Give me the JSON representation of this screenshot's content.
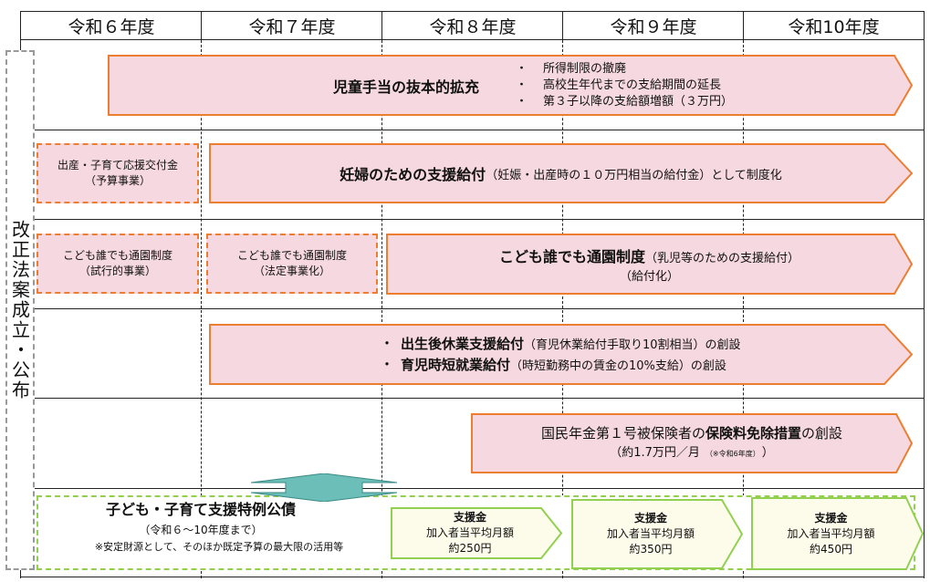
{
  "years": [
    "令和６年度",
    "令和７年度",
    "令和８年度",
    "令和９年度",
    "令和10年度"
  ],
  "side_label": "改正法案成立・公布",
  "row1": {
    "title": "児童手当の抜本的拡充",
    "bullets": [
      "所得制限の撤廃",
      "高校生年代までの支給期間の延長",
      "第３子以降の支給額増額（３万円）"
    ],
    "bullet": "・"
  },
  "row2": {
    "pre_line1": "出産・子育て応援交付金",
    "pre_line2": "（予算事業）",
    "title": "妊婦のための支援給付",
    "detail": "（妊娠・出産時の１０万円相当の給付金）として制度化"
  },
  "row3": {
    "trial_line1": "こども誰でも通園制度",
    "trial_line2": "（試行的事業）",
    "legal_line1": "こども誰でも通園制度",
    "legal_line2": "（法定事業化）",
    "title": "こども誰でも通園制度",
    "detail": "（乳児等のための支援給付）",
    "line2": "（給付化）"
  },
  "row4": {
    "bullet": "・",
    "item1_title": "出生後休業支援給付",
    "item1_detail": "（育児休業給付手取り10割相当）の創設",
    "item2_title": "育児時短就業給付",
    "item2_detail": "（時短勤務中の賃金の10%支給）の創設"
  },
  "row5": {
    "pre": "国民年金第１号被保険者の",
    "title": "保険料免除措置",
    "post": "の創設",
    "line2a": "（約1.7万円／月",
    "line2note": "（※令和6年度）",
    "line2b": "）"
  },
  "row6": {
    "title": "子ども・子育て支援特例公債",
    "period": "（令和６～10年度まで）",
    "note": "※安定財源として、そのほか既定予算の最大限の活用等",
    "support": [
      {
        "title": "支援金",
        "label": "加入者当平均月額",
        "amount": "約250円"
      },
      {
        "title": "支援金",
        "label": "加入者当平均月額",
        "amount": "約350円"
      },
      {
        "title": "支援金",
        "label": "加入者当平均月額",
        "amount": "約450円"
      }
    ]
  },
  "colors": {
    "pink": "#f6d9e0",
    "orange": "#ed7d31",
    "green": "#92d050",
    "cream": "#fdfbea",
    "teal": "#6bbfb8"
  }
}
